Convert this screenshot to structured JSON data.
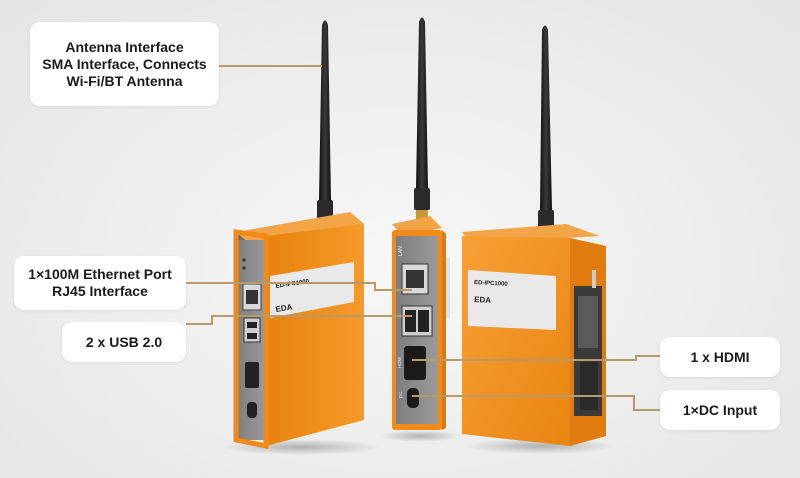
{
  "callouts": {
    "antenna": {
      "line1": "Antenna Interface",
      "line2": "SMA Interface, Connects",
      "line3": "Wi-Fi/BT Antenna"
    },
    "ethernet": {
      "line1": "1×100M Ethernet Port",
      "line2": "RJ45 Interface"
    },
    "usb": {
      "line1": "2 x USB 2.0"
    },
    "hdmi": {
      "line1": "1 x HDMI"
    },
    "dc": {
      "line1": "1×DC Input"
    }
  },
  "device_labels": {
    "brand": "EDA",
    "model": "ED-IPC1000",
    "port_ethernet": "LAN",
    "port_hdmi": "HDMI",
    "port_dc": "DC"
  },
  "colors": {
    "leader_line": "#b89a6a",
    "device_orange": "#f5931e",
    "device_gray": "#8a8a8a",
    "antenna": "#1f1f1f",
    "callout_bg": "#ffffff"
  },
  "icons": [
    "antenna-icon",
    "ethernet-port-icon",
    "usb-port-icon",
    "hdmi-port-icon",
    "dc-port-icon"
  ]
}
